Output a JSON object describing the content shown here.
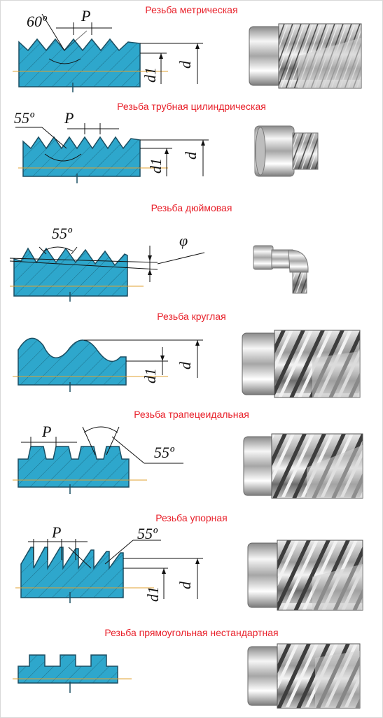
{
  "colors": {
    "metal_fill": "#2ea7cc",
    "outline": "#1b4f63",
    "hatch": "#1e6f8a",
    "axis": "#e0a030",
    "title": "#e8202a",
    "dimension": "#111111"
  },
  "sections": [
    {
      "title": "Резьба метрическая",
      "profile": "triangle",
      "angle_label": "60º",
      "pitch_label": "P",
      "outer_dim_label": "d",
      "inner_dim_label": "d1",
      "photo": "threaded-rod-cutaway"
    },
    {
      "title": "Резьба трубная цилиндрическая",
      "profile": "triangle",
      "angle_label": "55º",
      "pitch_label": "P",
      "outer_dim_label": "d",
      "inner_dim_label": "d1",
      "photo": "pipe-adapter-fitting"
    },
    {
      "title": "Резьба дюймовая",
      "profile": "triangle-tapered",
      "angle_label": "55º",
      "taper_label": "φ",
      "photo": "elbow-fitting"
    },
    {
      "title": "Резьба круглая",
      "profile": "round",
      "outer_dim_label": "d",
      "inner_dim_label": "d1",
      "photo": "round-thread-rod"
    },
    {
      "title": "Резьба трапецеидальная",
      "profile": "trapezoid",
      "pitch_label": "P",
      "angle_label": "55º",
      "photo": "trapezoid-thread-rod"
    },
    {
      "title": "Резьба упорная",
      "profile": "buttress",
      "pitch_label": "P",
      "angle_label": "55º",
      "outer_dim_label": "d",
      "inner_dim_label": "d1",
      "photo": "buttress-thread-rod"
    },
    {
      "title": "Резьба прямоугольная нестандартная",
      "profile": "square",
      "photo": "square-thread-rod"
    }
  ]
}
